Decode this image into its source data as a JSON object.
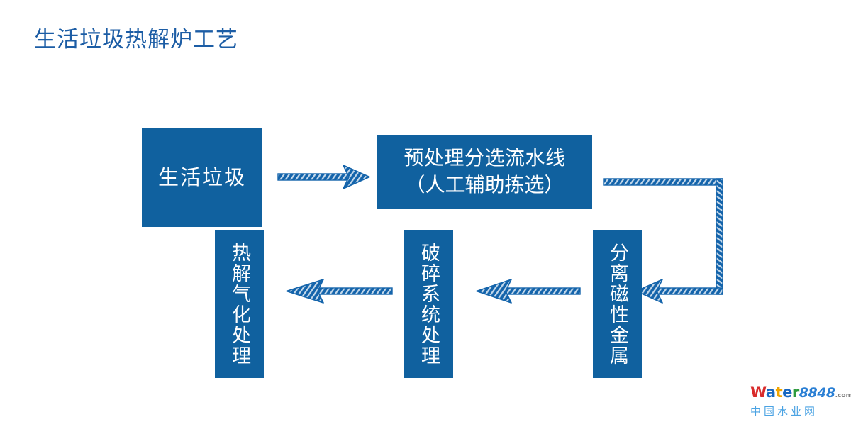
{
  "slide": {
    "title": "生活垃圾热解炉工艺",
    "background_color": "#ffffff",
    "title_color": "#1c5da5",
    "node_fill_color": "#10619f",
    "node_text_color": "#ffffff",
    "connector_color": "#1464ab"
  },
  "flow": {
    "nodes": [
      {
        "id": "waste",
        "label": "生活垃圾",
        "orientation": "horizontal"
      },
      {
        "id": "pretreat",
        "label_line1": "预处理分选流水线",
        "label_line2": "（人工辅助拣选）",
        "orientation": "horizontal"
      },
      {
        "id": "magnetic",
        "label": "分离磁性金属",
        "orientation": "vertical"
      },
      {
        "id": "crush",
        "label": "破碎系统处理",
        "orientation": "vertical"
      },
      {
        "id": "pyrolysis",
        "label": "热解气化处理",
        "orientation": "vertical"
      }
    ],
    "connectors": [
      {
        "id": "waste-to-pretreat",
        "from": "waste",
        "to": "pretreat",
        "style": "straight",
        "direction": "right"
      },
      {
        "id": "pretreat-to-magnetic",
        "from": "pretreat",
        "to": "magnetic",
        "style": "elbow",
        "direction": "left"
      },
      {
        "id": "magnetic-to-crush",
        "from": "magnetic",
        "to": "crush",
        "style": "straight",
        "direction": "left"
      },
      {
        "id": "crush-to-pyrolysis",
        "from": "crush",
        "to": "pyrolysis",
        "style": "straight",
        "direction": "left"
      }
    ]
  },
  "watermark": {
    "letters": [
      "W",
      "a",
      "t",
      "e",
      "r"
    ],
    "number": "8848",
    "tld": ".com",
    "chinese": "中国水业网",
    "letter_colors": [
      "#d92b2b",
      "#1767c0",
      "#f0a500",
      "#1767c0",
      "#2e9b3e"
    ],
    "number_color": "#2a7fd4",
    "chinese_color": "#4ba3e3"
  }
}
